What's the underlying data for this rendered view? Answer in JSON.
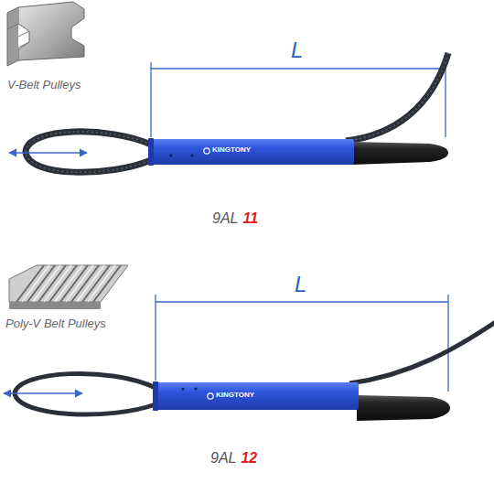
{
  "diagram": {
    "labels": [
      "V-Belt Pulleys",
      "L",
      "KINGTONY",
      "9AL",
      "11",
      "Poly-V Belt Pulleys",
      "L",
      "KINGTONY",
      "9AL",
      "12"
    ]
  }
}
